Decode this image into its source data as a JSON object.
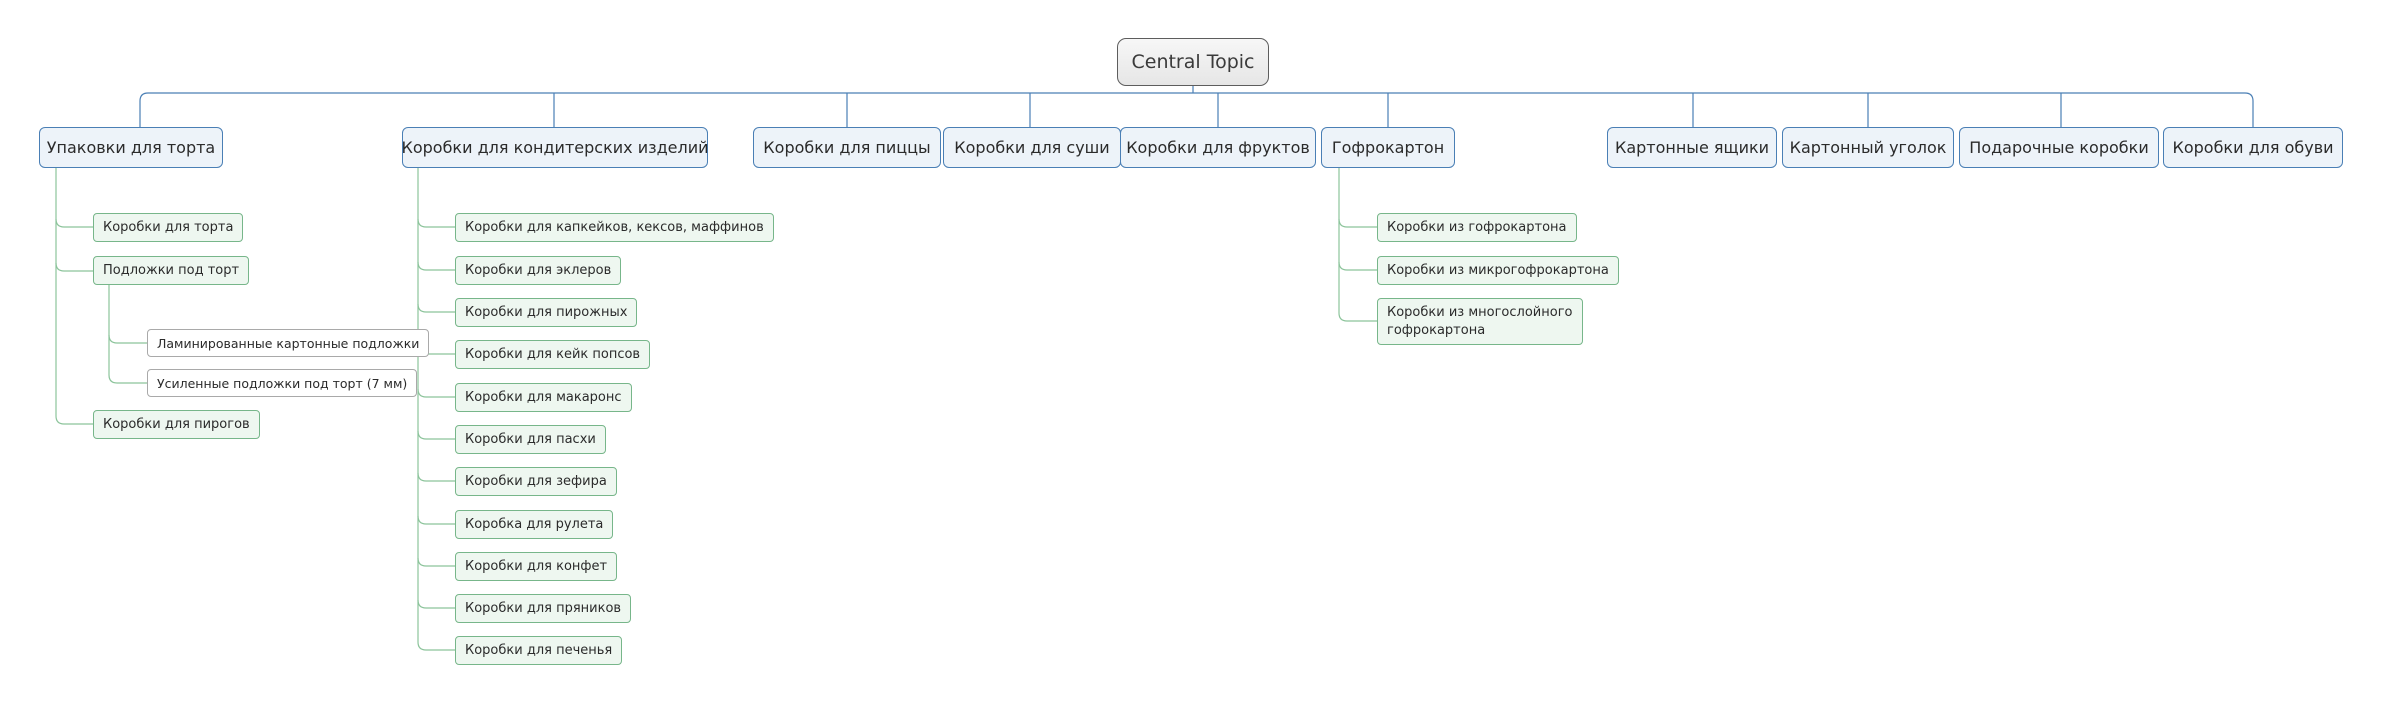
{
  "root": "Central Topic",
  "branches": {
    "cake": {
      "label": "Упаковки для торта",
      "children": [
        "Коробки для торта",
        "Подложки под торт",
        "Коробки для пирогов"
      ],
      "substrates": [
        "Ламинированные картонные подложки",
        "Усиленные подложки под торт (7 мм)"
      ]
    },
    "confect": {
      "label": "Коробки для кондитерских изделий",
      "children": [
        "Коробки для капкейков, кексов, маффинов",
        "Коробки для эклеров",
        "Коробки для пирожных",
        "Коробки для кейк попсов",
        "Коробки для макаронс",
        "Коробки для пасхи",
        "Коробки для зефира",
        "Коробка для рулета",
        "Коробки для конфет",
        "Коробки для пряников",
        "Коробки для печенья"
      ]
    },
    "pizza": {
      "label": "Коробки для пиццы"
    },
    "sushi": {
      "label": "Коробки для суши"
    },
    "fruit": {
      "label": "Коробки для фруктов"
    },
    "corrugated": {
      "label": "Гофрокартон",
      "children": [
        "Коробки из гофрокартона",
        "Коробки из микрогофрокартона",
        "Коробки из многослойного гофрокартона"
      ]
    },
    "cartons": {
      "label": "Картонные ящики"
    },
    "corner": {
      "label": "Картонный уголок"
    },
    "gift": {
      "label": "Подарочные коробки"
    },
    "shoes": {
      "label": "Коробки для обуви"
    }
  },
  "colors": {
    "main_border": "#4a7fb5",
    "main_fill": "#edf3f9",
    "sub_border": "#77b68a",
    "sub_fill": "#eef7f0",
    "connector_main": "#4a7fb5",
    "connector_sub": "#8cc49b"
  }
}
